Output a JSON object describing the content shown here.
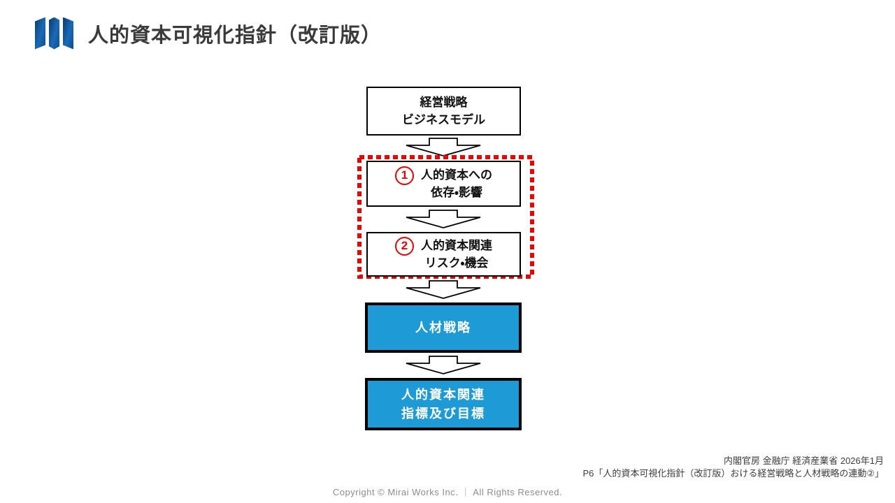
{
  "header": {
    "title": "人的資本可視化指針（改訂版）",
    "logo": {
      "icon": "three-bars-logo",
      "color_dark": "#0C3A6E",
      "color_light": "#1A6AB8"
    }
  },
  "flowchart": {
    "boxes": [
      {
        "id": "management-strategy",
        "style": "outline",
        "lines": [
          "経営戦略",
          "ビジネスモデル"
        ]
      },
      {
        "id": "dependency-impact",
        "style": "outline-numbered",
        "number": "1",
        "lines": [
          "人的資本への",
          "依存・影響"
        ]
      },
      {
        "id": "risk-opportunity",
        "style": "outline-numbered",
        "number": "2",
        "lines": [
          "人的資本関連",
          "リスク・機会"
        ]
      },
      {
        "id": "hr-strategy",
        "style": "filled",
        "lines": [
          "人材戦略"
        ]
      },
      {
        "id": "indicators-targets",
        "style": "filled",
        "lines": [
          "人的資本関連",
          "指標及び目標"
        ]
      }
    ],
    "colors": {
      "filled_box_bg": "#1E9AD6",
      "box_border": "#000000",
      "highlight_frame": "#EE0000",
      "number_circle": "#EE0000"
    }
  },
  "footer": {
    "source_line1": "内閣官房 金融庁 経済産業省 2026年1月",
    "source_line2": "P6「人的資本可視化指針（改訂版）おける経営戦略と人材戦略の連動②」",
    "copyright": "Copyright © Mirai Works Inc. ｜ All Rights Reserved."
  }
}
